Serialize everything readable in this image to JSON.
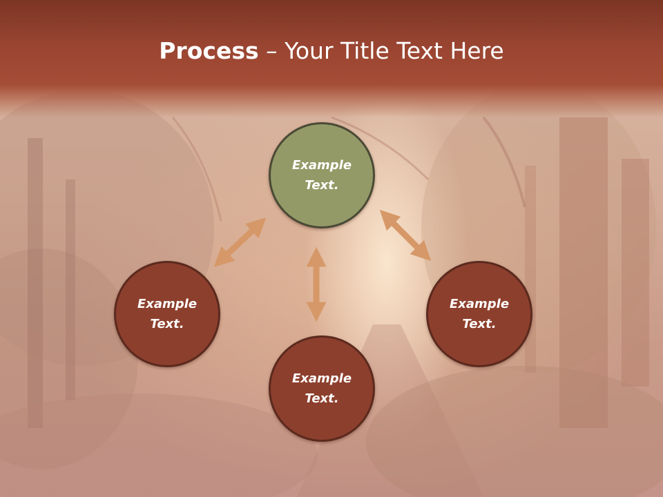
{
  "slide": {
    "title_bold": "Process",
    "title_rest": " – Your Title Text Here"
  },
  "diagram": {
    "nodes": [
      {
        "id": "top",
        "label": "Example Text.",
        "color": "#949a67"
      },
      {
        "id": "left",
        "label": "Example Text.",
        "color": "#8d3f2d"
      },
      {
        "id": "bottom",
        "label": "Example Text.",
        "color": "#8d3f2d"
      },
      {
        "id": "right",
        "label": "Example Text.",
        "color": "#8d3f2d"
      }
    ],
    "arrow_color": "#d69868"
  },
  "colors": {
    "header": "#a54d36",
    "node_border": "#5b2a1e"
  }
}
